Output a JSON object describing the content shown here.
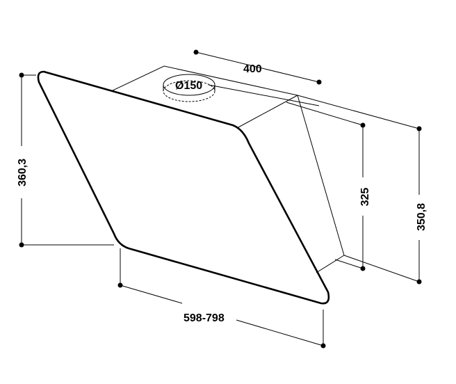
{
  "diagram": {
    "dimensions": {
      "width_top": "400",
      "duct_diameter": "Ø150",
      "height_left": "360,3",
      "height_back": "325",
      "height_total": "350,8",
      "width_range": "598-798"
    }
  }
}
